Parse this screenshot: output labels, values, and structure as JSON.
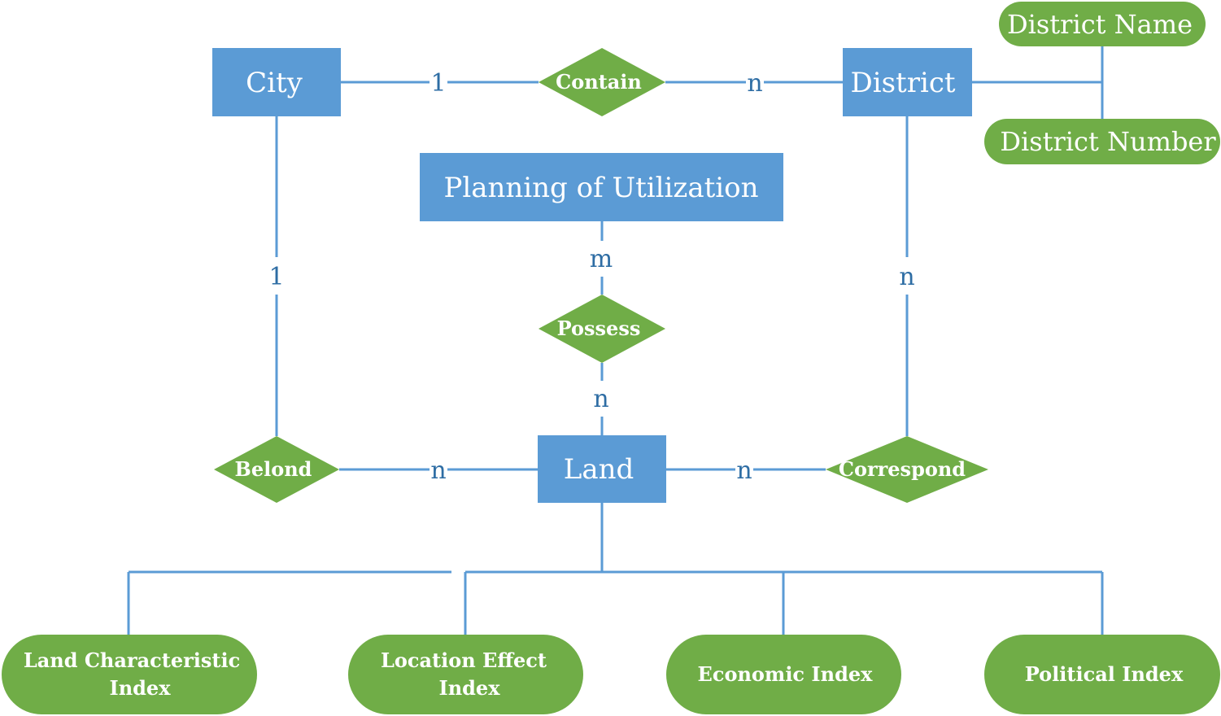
{
  "entities": {
    "city": "City",
    "district": "District",
    "planning": "Planning of Utilization",
    "land": "Land"
  },
  "relationships": {
    "contain": "Contain",
    "possess": "Possess",
    "belond": "Belond",
    "correspond": "Correspond"
  },
  "attributes": {
    "district_name": "District Name",
    "district_number": "District Number",
    "land_characteristic": [
      "Land Characteristic",
      "Index"
    ],
    "location_effect": [
      "Location Effect",
      "Index"
    ],
    "economic": "Economic Index",
    "political": "Political Index"
  },
  "cardinalities": {
    "city_contain": "1",
    "contain_district": "n",
    "planning_possess": "m",
    "possess_land": "n",
    "city_belond": "1",
    "district_correspond": "n",
    "belond_land": "n",
    "land_correspond": "n"
  },
  "colors": {
    "entity": "#5b9bd5",
    "relationship": "#70ad47",
    "line": "#5b9bd5",
    "cardinality": "#2e6da4"
  }
}
